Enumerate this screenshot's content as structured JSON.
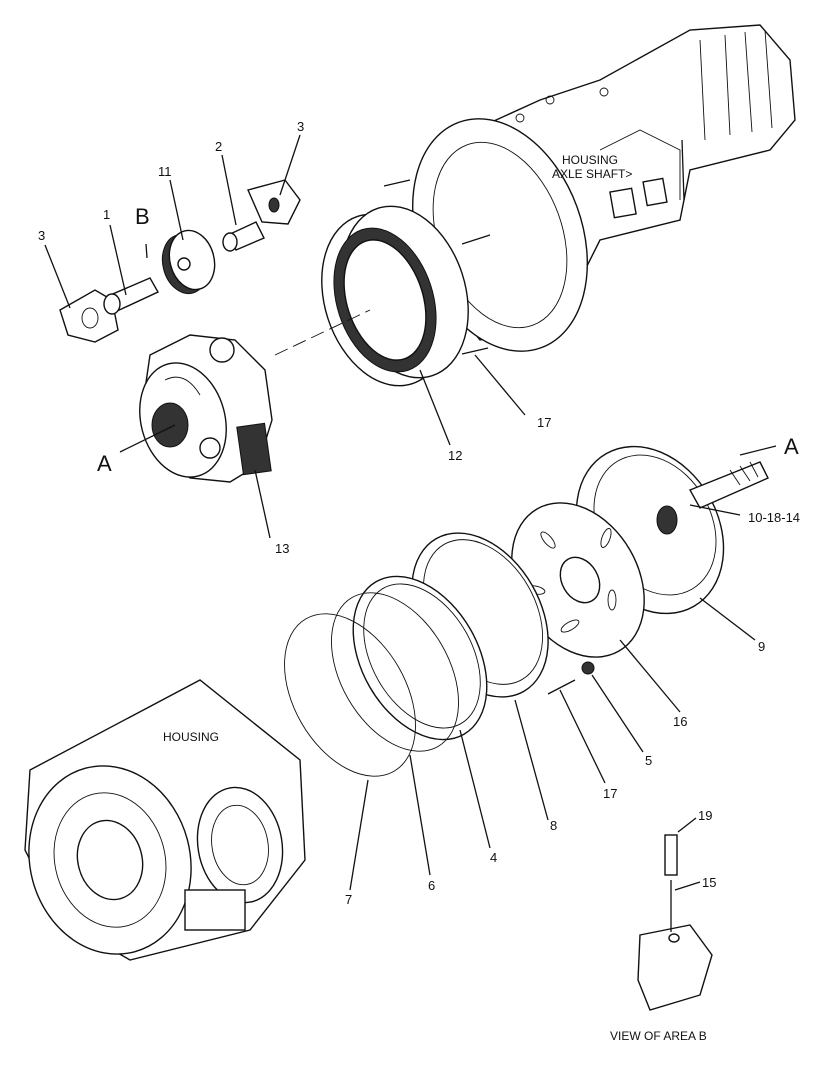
{
  "labels": {
    "housing_axle_shaft_line1": "HOUSING",
    "housing_axle_shaft_line2": "AXLE SHAFT>",
    "housing": "HOUSING",
    "view_of_area": "VIEW OF AREA  B"
  },
  "letters": {
    "a_left": "A",
    "a_right": "A",
    "b": "B"
  },
  "callouts": {
    "c1": "1",
    "c2": "2",
    "c3_left": "3",
    "c3_right": "3",
    "c4": "4",
    "c5": "5",
    "c6": "6",
    "c7": "7",
    "c8": "8",
    "c9": "9",
    "c10_18_14": "10-18-14",
    "c11": "11",
    "c12": "12",
    "c13": "13",
    "c15": "15",
    "c16": "16",
    "c17_upper": "17",
    "c17_lower": "17",
    "c19": "19"
  }
}
